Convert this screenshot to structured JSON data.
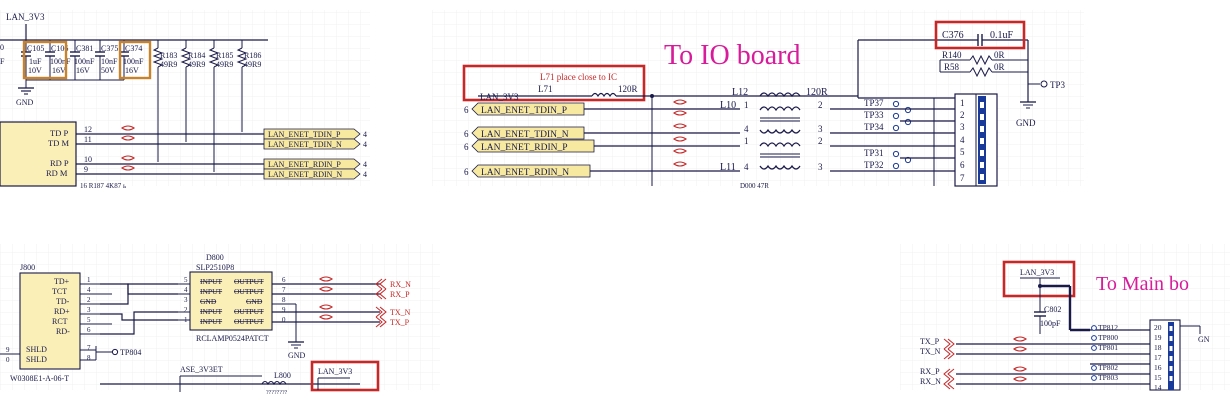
{
  "colors": {
    "wire": "#1a1a4a",
    "net_label_fill": "#f7e9a0",
    "highlight_box": "#c62828",
    "cap_box": "#c8822a",
    "ic_fill": "#fbefb8",
    "magenta_text": "#d81b9a",
    "tp_blue": "#1a3a9a",
    "grid": "#f1f1f1"
  },
  "panel_a": {
    "power_net": "LAN_3V3",
    "caps": [
      {
        "ref": "C105",
        "val1": "1uF",
        "val2": "10V"
      },
      {
        "ref": "C106",
        "val1": "100nF",
        "val2": "16V"
      },
      {
        "ref": "C381",
        "val1": "100nF",
        "val2": "16V"
      },
      {
        "ref": "C375",
        "val1": "10nF",
        "val2": "50V"
      },
      {
        "ref": "C374",
        "val1": "100nF",
        "val2": "16V"
      }
    ],
    "resistors": [
      {
        "ref": "R183",
        "val": "49R9"
      },
      {
        "ref": "R184",
        "val": "49R9"
      },
      {
        "ref": "R185",
        "val": "49R9"
      },
      {
        "ref": "R186",
        "val": "49R9"
      }
    ],
    "cut_left_fragments": [
      "0",
      "F"
    ],
    "gnd": "GND",
    "pins": [
      {
        "name": "TD P",
        "num": "12"
      },
      {
        "name": "TD M",
        "num": "11"
      },
      {
        "name": "RD P",
        "num": "10"
      },
      {
        "name": "RD M",
        "num": "9"
      }
    ],
    "net_labels": [
      "LAN_ENET_TDIN_P",
      "LAN_ENET_TDIN_N",
      "LAN_ENET_RDIN_P",
      "LAN_ENET_RDIN_N"
    ],
    "sheet_refs": [
      "4",
      "4",
      "4",
      "4"
    ],
    "bottom_fragment": "16    R187         4K87   ь"
  },
  "panel_b": {
    "title": "To IO board",
    "cap_ref": "C376",
    "cap_val": "0.1uF",
    "r140": "R140",
    "r140_val": "0R",
    "r58": "R58",
    "r58_val": "0R",
    "tp3": "TP3",
    "gnd": "GND",
    "note": "L71 place close to IC",
    "l71": "L71",
    "l71_val": "120R",
    "power_net": "LAN_3V3",
    "l12": "L12",
    "l12_val": "120R",
    "l10": "L10",
    "l10_pins": [
      "1",
      "2",
      "4",
      "3"
    ],
    "l11": "L11",
    "l11_pins": [
      "1",
      "2",
      "4",
      "3"
    ],
    "net_labels": [
      "LAN_ENET_TDIN_P",
      "LAN_ENET_TDIN_N",
      "LAN_ENET_RDIN_P",
      "LAN_ENET_RDIN_N"
    ],
    "sheet_refs": [
      "6",
      "6",
      "6",
      "6"
    ],
    "tps": [
      "TP37",
      "TP33",
      "TP34",
      "TP31",
      "TP32"
    ],
    "conn_pins": [
      "1",
      "2",
      "3",
      "4",
      "5",
      "6",
      "7"
    ],
    "bottom_fragment": "D000        47R"
  },
  "panel_c": {
    "j_ref": "J800",
    "j_pins": [
      "TD+",
      "TCT",
      "TD-",
      "RD+",
      "RCT",
      "RD-"
    ],
    "j_nums": [
      "1",
      "4",
      "2",
      "3",
      "5",
      "6"
    ],
    "shld": [
      "SHLD",
      "SHLD"
    ],
    "shld_nums": [
      "7",
      "8"
    ],
    "left_nums": [
      "9",
      "0"
    ],
    "j_part": "W0308E1-A-06-T",
    "tp804": "TP804",
    "d_ref": "D800",
    "d_part": "SLP2510P8",
    "d_rows": [
      "INPUT",
      "OUTPUT",
      "INPUT",
      "OUTPUT",
      "GND",
      "GND",
      "INPUT",
      "OUTPUT",
      "INPUT",
      "OUTPUT"
    ],
    "d_left_nums": [
      "5",
      "4",
      "3",
      "2",
      "1"
    ],
    "d_right_nums": [
      "6",
      "7",
      "8",
      "9",
      "0"
    ],
    "d_bottom": "RCLAMP0524PATCT",
    "gnd": "GND",
    "net_labels": [
      "RX_N",
      "RX_P",
      "TX_N",
      "TX_P"
    ],
    "ase": "ASE_3V3ET",
    "l800": "L800",
    "l800_val": "????????",
    "power_net": "LAN_3V3"
  },
  "panel_d": {
    "title": "To Main bo",
    "power_net": "LAN_3V3",
    "cap_ref": "C802",
    "cap_val": "100pF",
    "left_nets": [
      "TX_P",
      "TX_N",
      "RX_P",
      "RX_N"
    ],
    "tps": [
      "TP812",
      "TP800",
      "TP801",
      "",
      "TP802",
      "TP803",
      ""
    ],
    "conn_pins": [
      "20",
      "19",
      "18",
      "17",
      "16",
      "15",
      "14"
    ],
    "gnd_frag": "GN"
  }
}
